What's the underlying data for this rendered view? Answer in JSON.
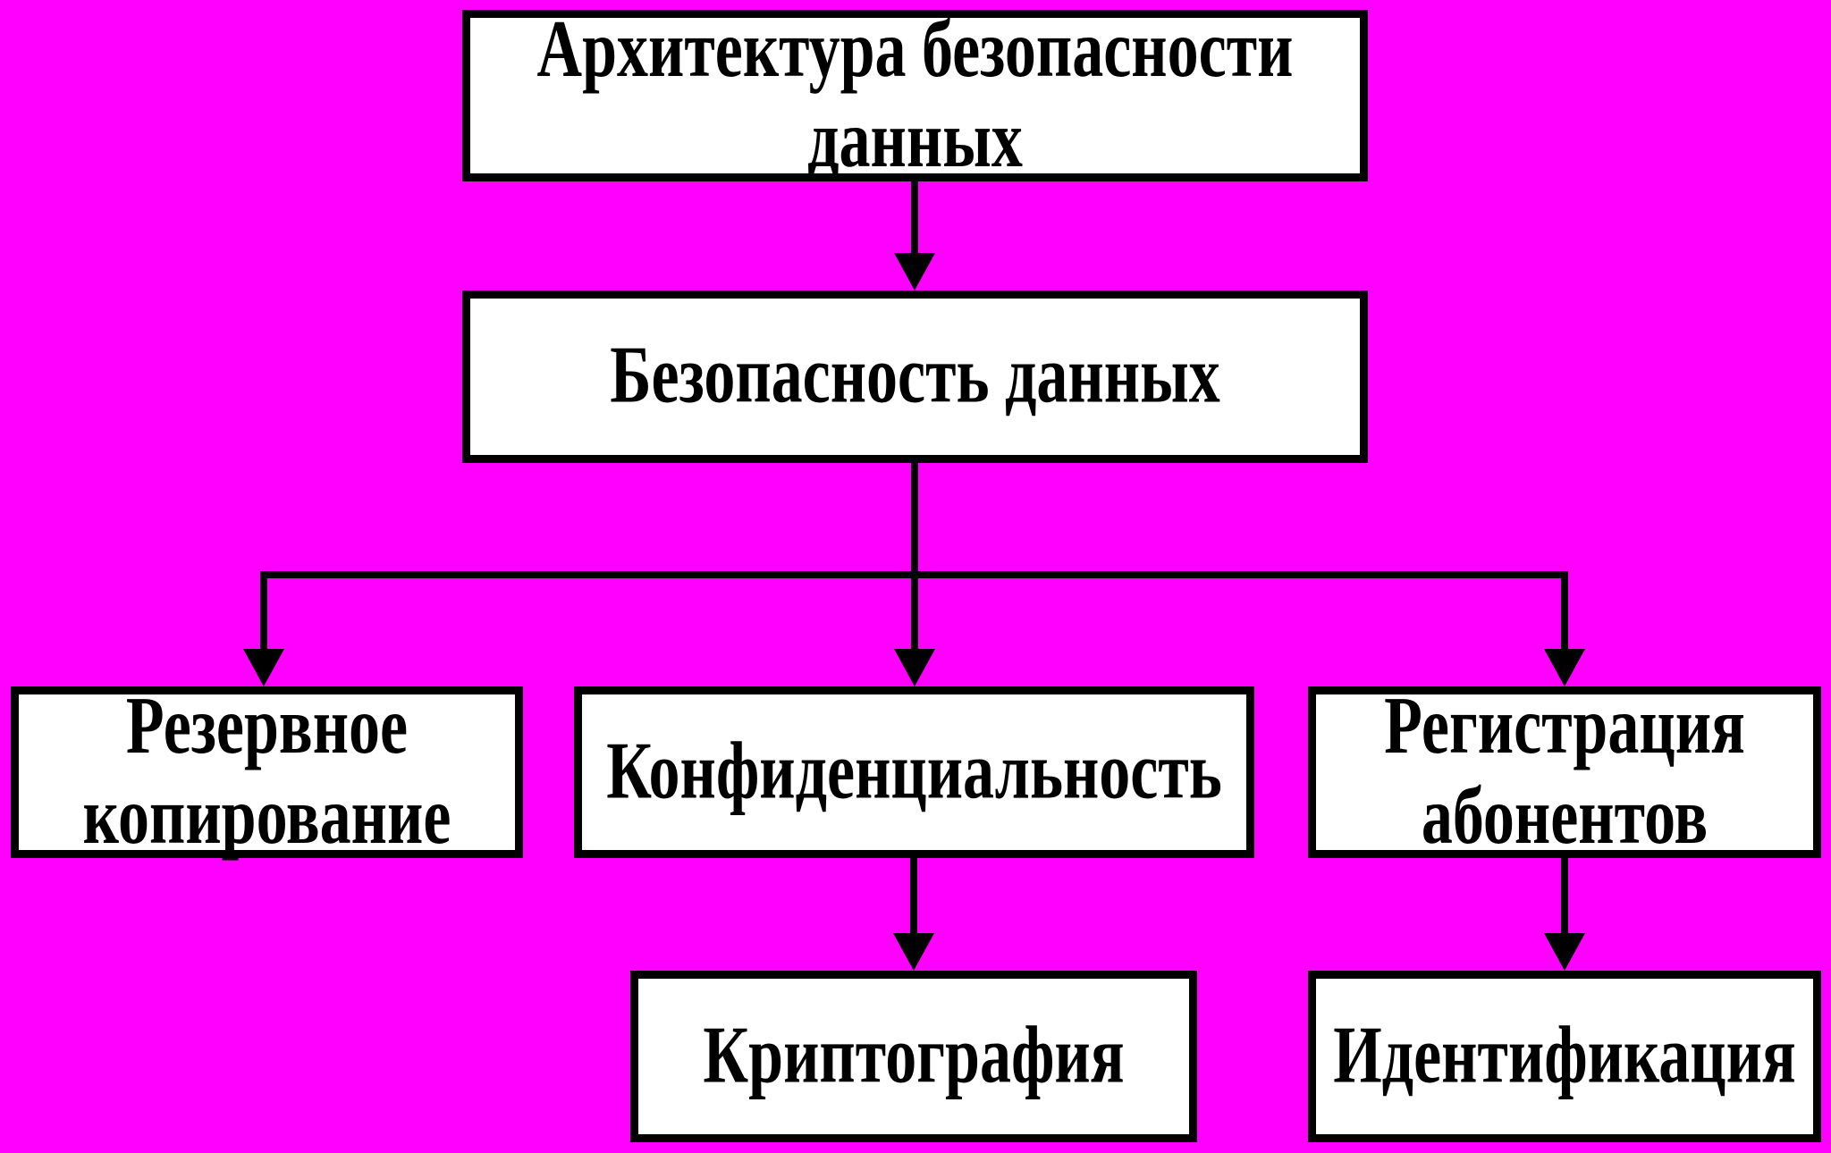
{
  "diagram": {
    "colors": {
      "background": "#FF00FF",
      "node_fill": "#FFFFFF",
      "node_border": "#000000",
      "connector": "#000000",
      "text": "#000000"
    },
    "nodes": {
      "architecture": {
        "label": "Архитектура безопасности данных"
      },
      "data_security": {
        "label": "Безопасность данных"
      },
      "backup": {
        "label": "Резервное копирование"
      },
      "confidentiality": {
        "label": "Конфиденциальность"
      },
      "registration": {
        "label": "Регистрация абонентов"
      },
      "cryptography": {
        "label": "Криптография"
      },
      "identification": {
        "label": "Идентификация"
      }
    }
  }
}
